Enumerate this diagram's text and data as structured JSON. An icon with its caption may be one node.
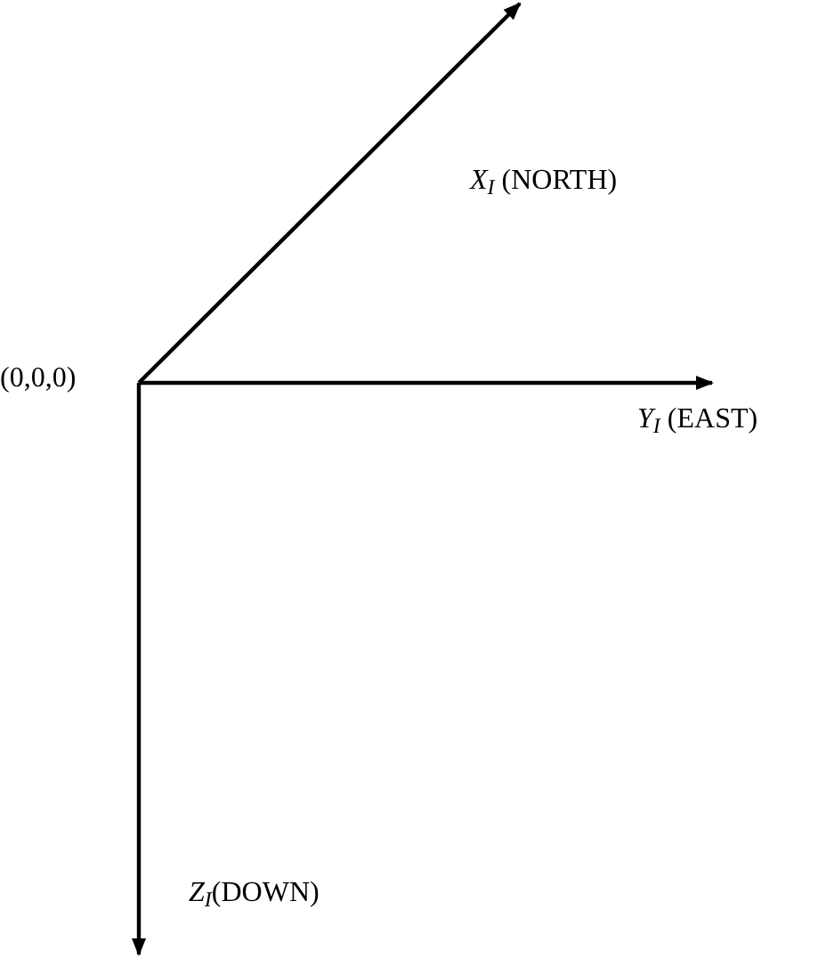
{
  "diagram": {
    "labels": [
      "*X*$_{I}$ (NORTH)",
      "(0,0,0)",
      "*Y*$_{I}$ (EAST)",
      "*Z*$_{I}$(DOWN)"
    ]
  }
}
